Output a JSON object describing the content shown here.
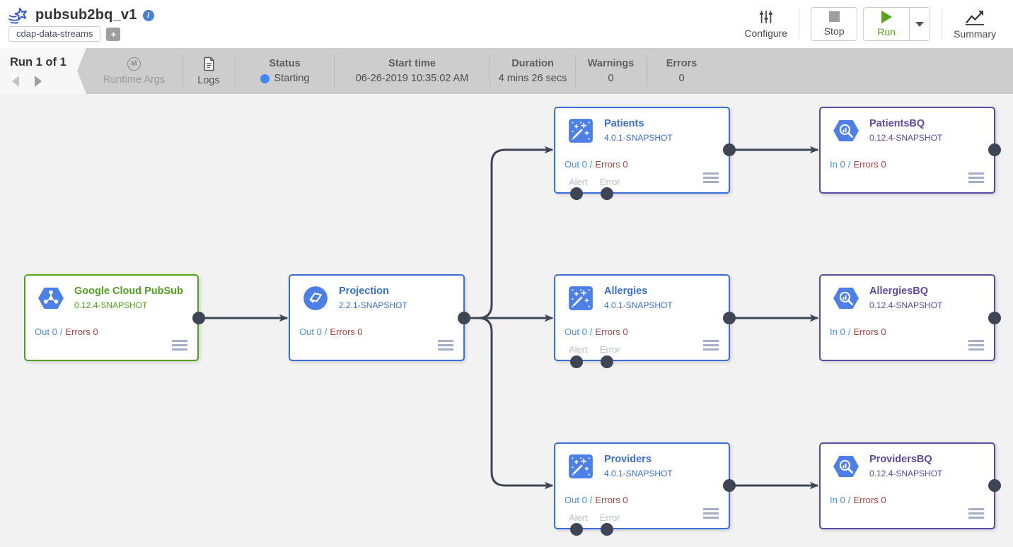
{
  "header": {
    "title": "pubsub2bq_v1",
    "info_icon_letter": "i",
    "tag": "cdap-data-streams",
    "add_tag": "+",
    "configure_label": "Configure",
    "stop_label": "Stop",
    "run_label": "Run",
    "summary_label": "Summary"
  },
  "run_bar": {
    "run_counter": "Run 1 of 1",
    "runtime_args": {
      "label": "Runtime Args",
      "icon_letter": "M"
    },
    "logs_label": "Logs",
    "status": {
      "label": "Status",
      "value": "Starting"
    },
    "start_time": {
      "label": "Start time",
      "value": "06-26-2019 10:35:02 AM"
    },
    "duration": {
      "label": "Duration",
      "value": "4 mins 26 secs"
    },
    "warnings": {
      "label": "Warnings",
      "value": "0"
    },
    "errors": {
      "label": "Errors",
      "value": "0"
    }
  },
  "colors": {
    "source_green": "#52a01f",
    "transform_blue": "#3b6fd7",
    "sink_purple": "#5c4ba3",
    "metric_blue": "#4a90e2",
    "metric_red": "#a94442",
    "connection_dark": "#3e4554",
    "run_green": "#58a41d",
    "status_dot_blue": "#4285f4",
    "icon_blue": "#4c80e8"
  },
  "nodes": [
    {
      "name": "Google Cloud PubSub",
      "version": "0.12.4-SNAPSHOT",
      "type": "source",
      "icon": "pubsub-hexagon-icon",
      "io": "Out 0",
      "sep": "/",
      "errors": "Errors 0"
    },
    {
      "name": "Projection",
      "version": "2.2.1-SNAPSHOT",
      "type": "transform",
      "icon": "projection-circle-icon",
      "io": "Out 0",
      "sep": "/",
      "errors": "Errors 0"
    },
    {
      "name": "Patients",
      "version": "4.0.1-SNAPSHOT",
      "type": "transform",
      "icon": "wrangler-icon",
      "io": "Out 0",
      "sep": "/",
      "errors": "Errors 0",
      "alert": "Alert",
      "error": "Error"
    },
    {
      "name": "PatientsBQ",
      "version": "0.12.4-SNAPSHOT",
      "type": "sink",
      "icon": "bigquery-hexagon-icon",
      "io": "In 0",
      "sep": "/",
      "errors": "Errors 0"
    },
    {
      "name": "Allergies",
      "version": "4.0.1-SNAPSHOT",
      "type": "transform",
      "icon": "wrangler-icon",
      "io": "Out 0",
      "sep": "/",
      "errors": "Errors 0",
      "alert": "Alert",
      "error": "Error"
    },
    {
      "name": "AllergiesBQ",
      "version": "0.12.4-SNAPSHOT",
      "type": "sink",
      "icon": "bigquery-hexagon-icon",
      "io": "In 0",
      "sep": "/",
      "errors": "Errors 0"
    },
    {
      "name": "Providers",
      "version": "4.0.1-SNAPSHOT",
      "type": "transform",
      "icon": "wrangler-icon",
      "io": "Out 0",
      "sep": "/",
      "errors": "Errors 0",
      "alert": "Alert",
      "error": "Error"
    },
    {
      "name": "ProvidersBQ",
      "version": "0.12.4-SNAPSHOT",
      "type": "sink",
      "icon": "bigquery-hexagon-icon",
      "io": "In 0",
      "sep": "/",
      "errors": "Errors 0"
    }
  ]
}
